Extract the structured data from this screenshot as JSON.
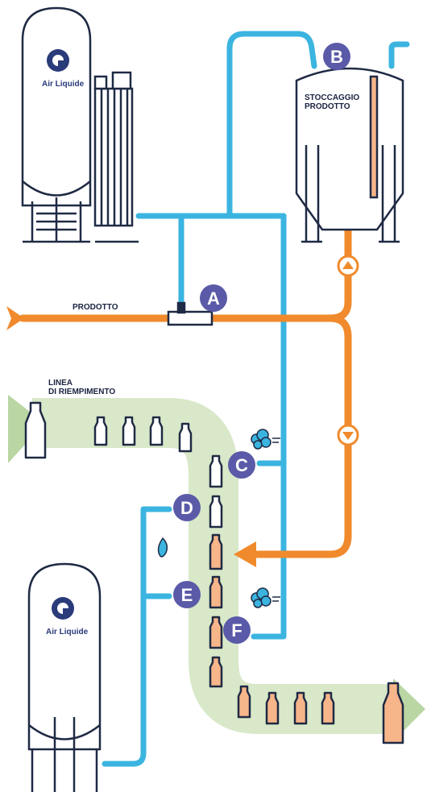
{
  "colors": {
    "line": "#1f2a44",
    "cyan": "#3bb4e0",
    "orange": "#f08a2c",
    "green": "#d8e8c8",
    "badge": "#5a5aa8",
    "filled": "#f7b58a",
    "logo": "#2a3b7a"
  },
  "labels": {
    "storage": "STOCCAGGIO\nPRODOTTO",
    "product": "PRODOTTO",
    "filling_line": "LINEA\nDI RIEMPIMENTO",
    "logo_top": "Air Liquide",
    "logo_bottom": "Air Liquide"
  },
  "badges": [
    "A",
    "B",
    "C",
    "D",
    "E",
    "F"
  ],
  "icons": [
    "air-liquide-logo-icon",
    "gas-cloud-icon",
    "flame-drop-icon",
    "arrow-up-icon",
    "arrow-down-icon",
    "arrow-left-icon",
    "bottle-icon"
  ]
}
